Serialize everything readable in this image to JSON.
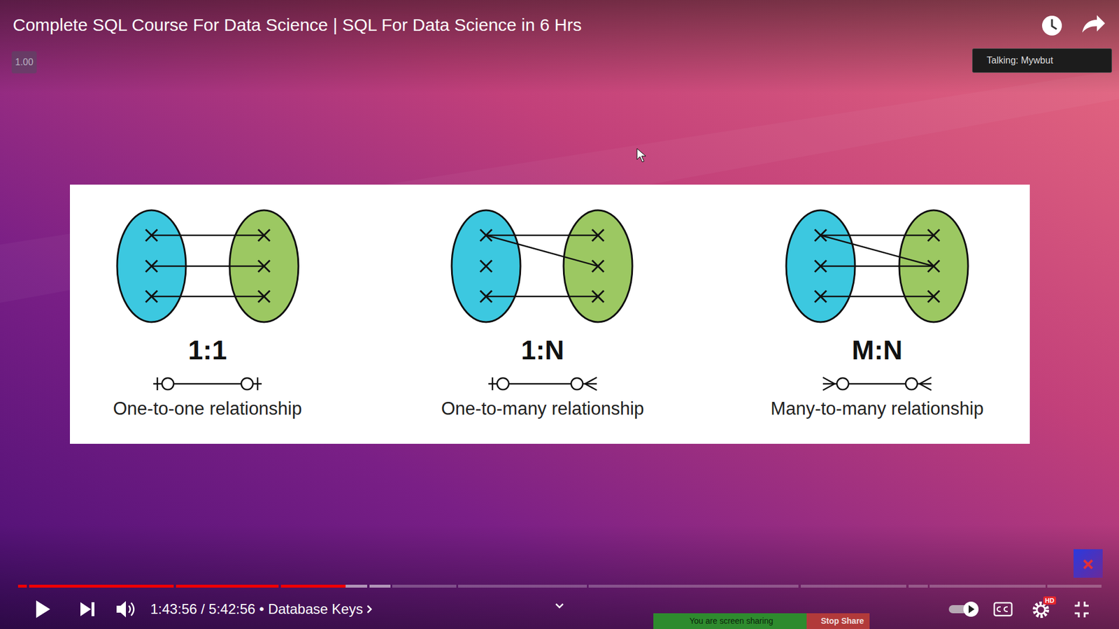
{
  "diagram": {
    "title": "Complete SQL Course For Data Science | SQL For Data Science in 6 Hrs",
    "nodes": [
      {
        "text": [
          "1.00"
        ]
      },
      {
        "text": [
          "Talking: Mywbut"
        ]
      },
      {
        "text": [
          "You are screen sharing"
        ]
      },
      {
        "text": [
          "Stop Share"
        ]
      }
    ],
    "labels": [
      "1:1",
      "One-to-one relationship",
      "1:N",
      "One-to-many relationship",
      "M:N",
      "Many-to-many relationship",
      "1:43:56 / 5:42:56 • Database Keys",
      "HD"
    ]
  }
}
